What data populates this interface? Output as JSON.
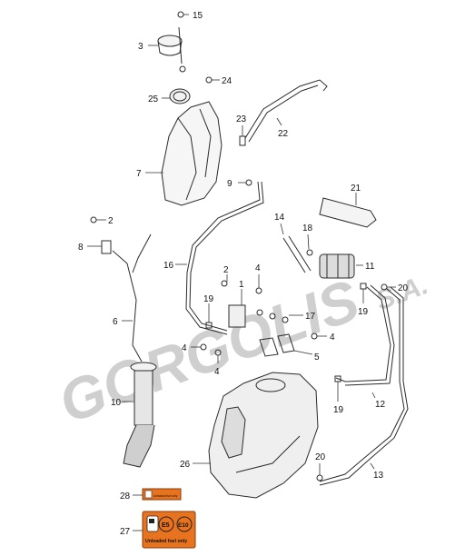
{
  "watermark": {
    "brand": "GORGOLIS",
    "suffix": "S.A."
  },
  "callouts": {
    "c15": "15",
    "c3": "3",
    "c24": "24",
    "c25": "25",
    "c23": "23",
    "c22": "22",
    "c7": "7",
    "c9": "9",
    "c21": "21",
    "c2a": "2",
    "c8": "8",
    "c14": "14",
    "c18": "18",
    "c16": "16",
    "c11": "11",
    "c2b": "2",
    "c4a": "4",
    "c20a": "20",
    "c19a": "19",
    "c1": "1",
    "c19b": "19",
    "c17": "17",
    "c6": "6",
    "c4b": "4",
    "c4c": "4",
    "c5": "5",
    "c4d": "4",
    "c10": "10",
    "c19c": "19",
    "c12": "12",
    "c26": "26",
    "c20b": "20",
    "c13": "13",
    "c28": "28",
    "c27": "27"
  },
  "labels": {
    "small_sticker_text": "Unleaded fuel only",
    "fuel_label_e5": "E5",
    "fuel_label_e10": "E10",
    "fuel_label_text": "Unleaded fuel only"
  },
  "colors": {
    "sticker_orange": "#e8731f",
    "line": "#2b2b2b",
    "watermark": "#cfcfcf"
  }
}
